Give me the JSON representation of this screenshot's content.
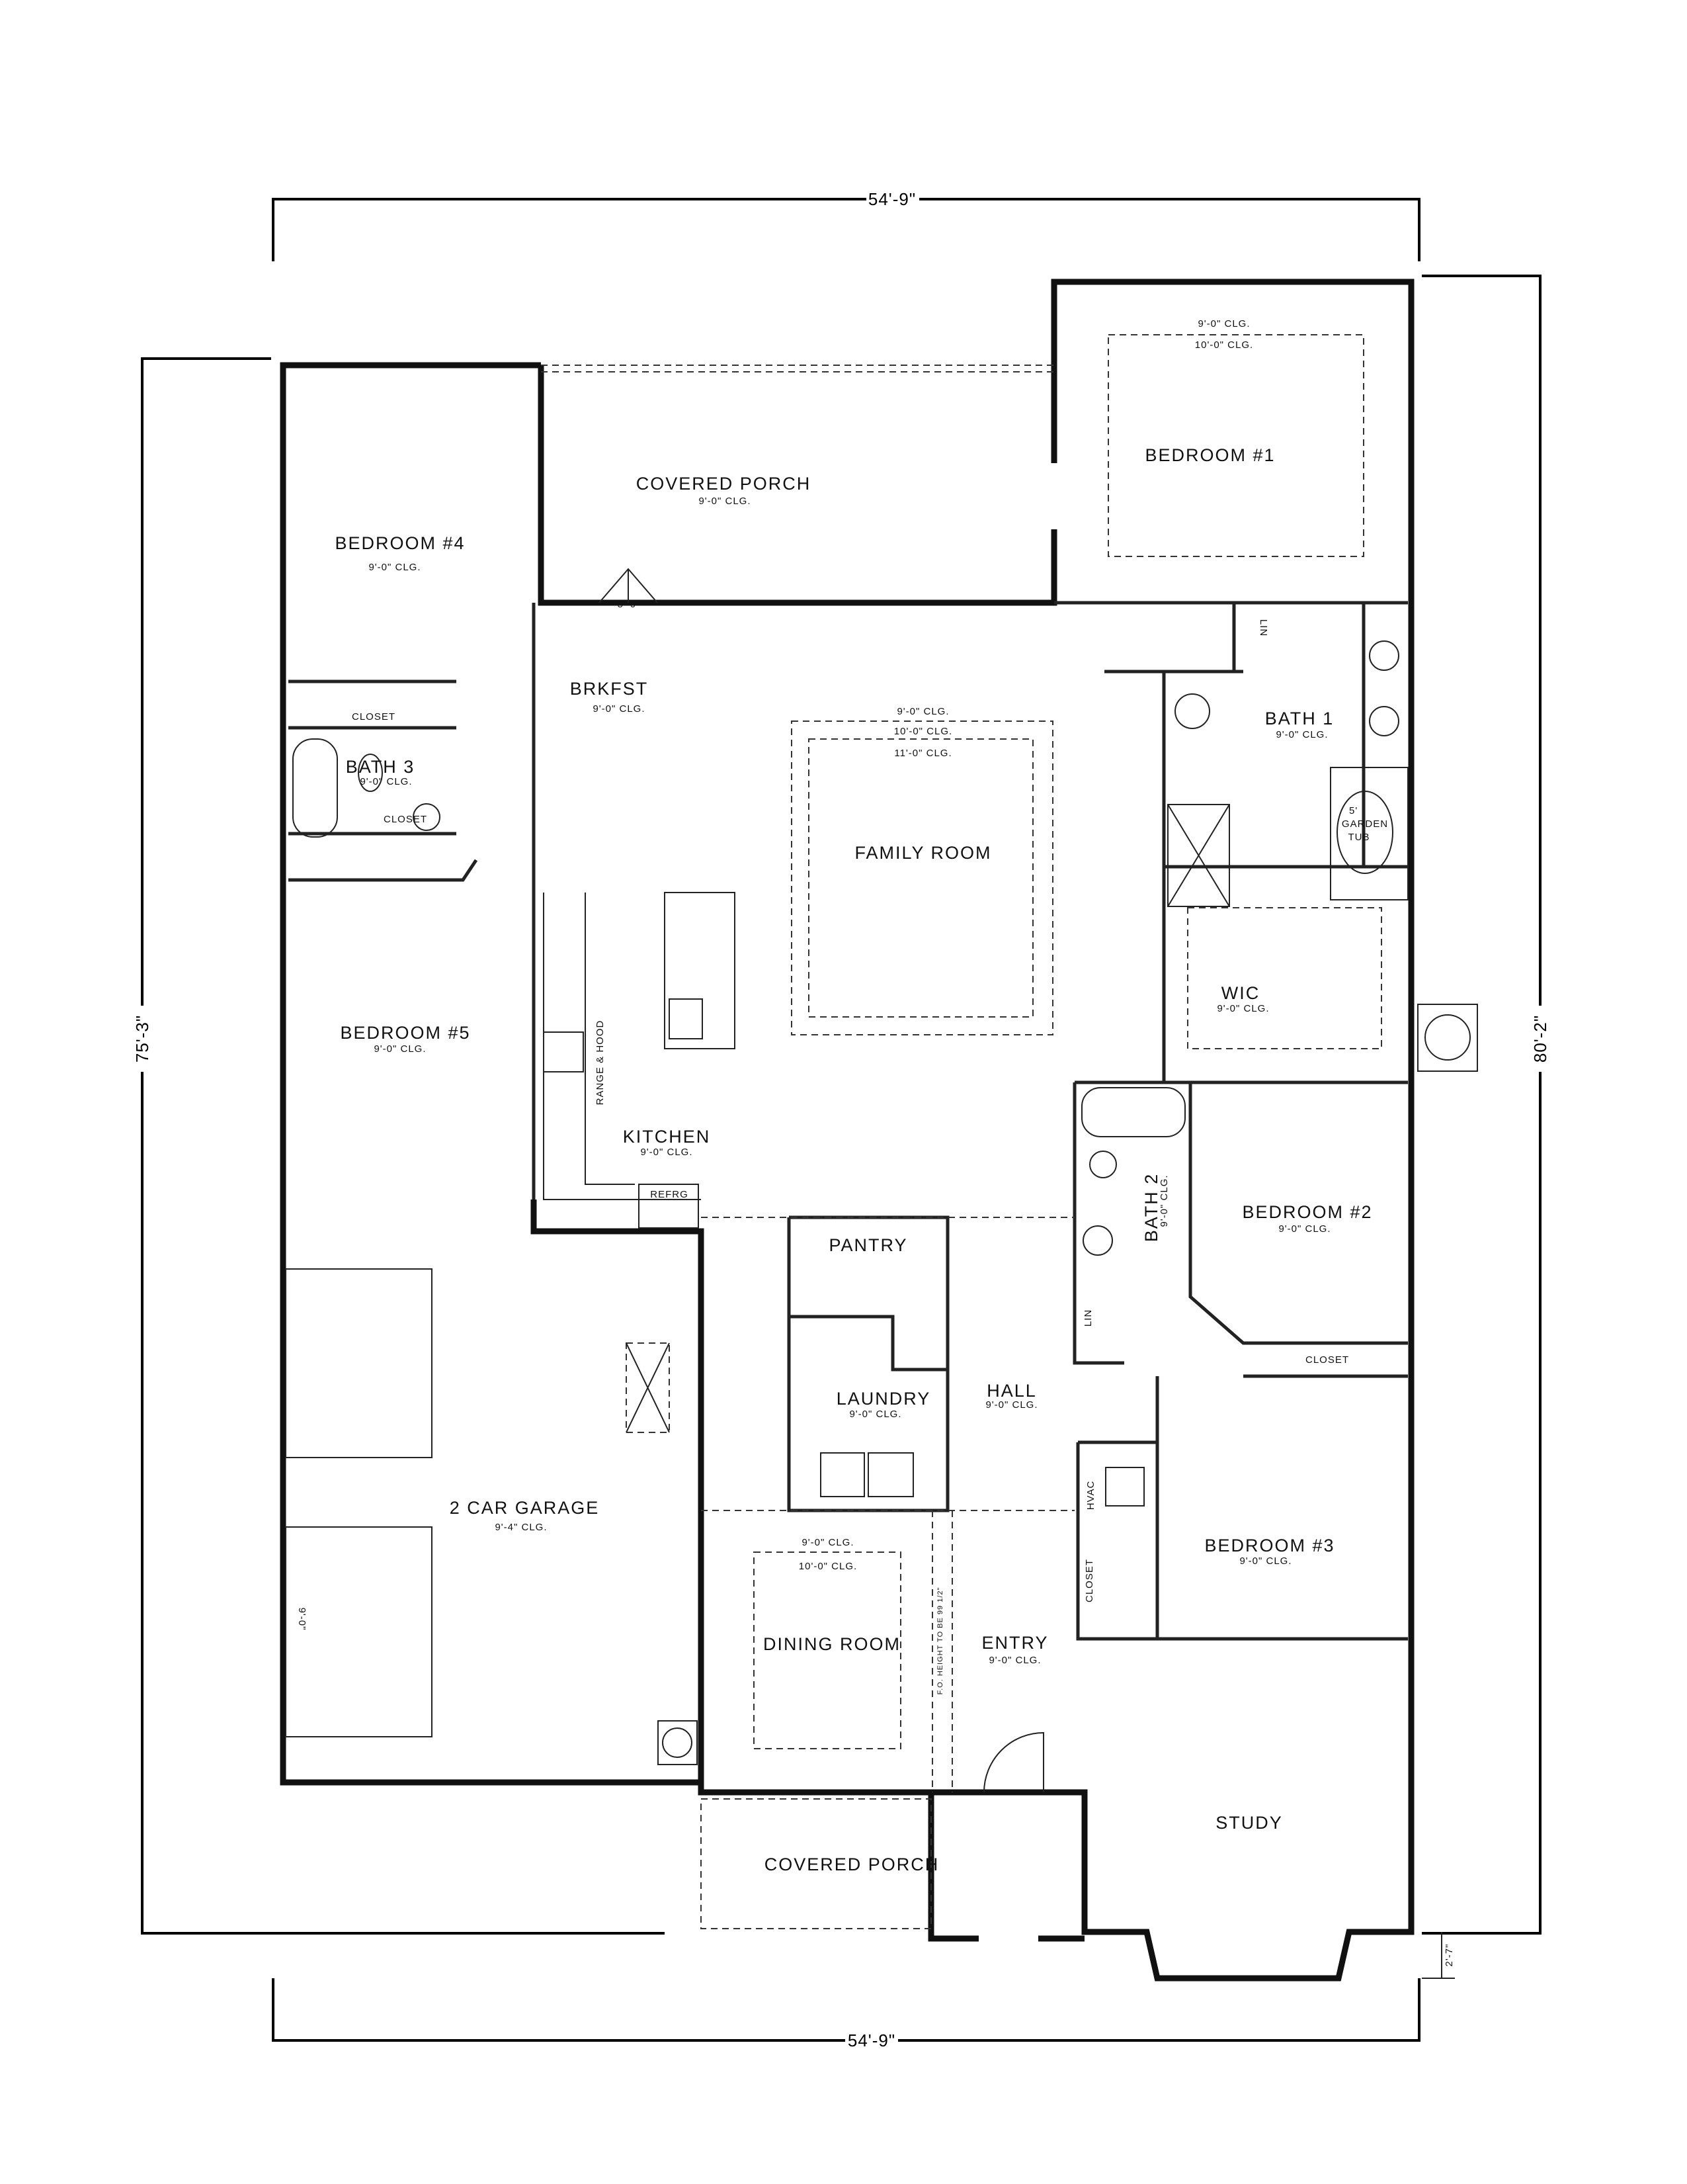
{
  "dimensions": {
    "top": "54'-9\"",
    "bottom": "54'-9\"",
    "left": "75'-3\"",
    "right": "80'-2\"",
    "porch_door": "5'-0\"",
    "garage_door": "9'-0\"",
    "study_offset": "2'-7\""
  },
  "rooms": {
    "covered_porch_rear": {
      "name": "COVERED PORCH",
      "ceiling": "9'-0\" CLG."
    },
    "bedroom_4": {
      "name": "BEDROOM #4",
      "ceiling": "9'-0\" CLG."
    },
    "bedroom_1": {
      "name": "BEDROOM #1",
      "ceiling": "9'-0\" CLG.",
      "ceiling_tray": "10'-0\" CLG."
    },
    "brkfst": {
      "name": "BRKFST",
      "ceiling": "9'-0\" CLG."
    },
    "family_room": {
      "name": "FAMILY ROOM",
      "ceiling": "9'-0\" CLG.",
      "ceiling_tray": "10'-0\" CLG.",
      "ceiling_tray_2": "11'-0\" CLG."
    },
    "bath_3": {
      "name": "BATH 3",
      "ceiling": "9'-0\" CLG."
    },
    "closet_bed4": {
      "name": "CLOSET"
    },
    "closet_bed5": {
      "name": "CLOSET"
    },
    "bath_1": {
      "name": "BATH 1",
      "ceiling": "9'-0\" CLG."
    },
    "wic": {
      "name": "WIC",
      "ceiling": "9'-0\" CLG."
    },
    "bedroom_5": {
      "name": "BEDROOM #5",
      "ceiling": "9'-0\" CLG."
    },
    "kitchen": {
      "name": "KITCHEN",
      "ceiling": "9'-0\" CLG."
    },
    "bath_2": {
      "name": "BATH 2",
      "ceiling": "9'-0\" CLG."
    },
    "bedroom_2": {
      "name": "BEDROOM #2",
      "ceiling": "9'-0\" CLG."
    },
    "closet_bed2": {
      "name": "CLOSET"
    },
    "pantry": {
      "name": "PANTRY"
    },
    "laundry": {
      "name": "LAUNDRY",
      "ceiling": "9'-0\" CLG."
    },
    "hall": {
      "name": "HALL",
      "ceiling": "9'-0\" CLG."
    },
    "garage": {
      "name": "2 CAR GARAGE",
      "ceiling": "9'-4\" CLG."
    },
    "bedroom_3": {
      "name": "BEDROOM #3",
      "ceiling": "9'-0\" CLG."
    },
    "closet_bed3": {
      "name": "CLOSET"
    },
    "dining_room": {
      "name": "DINING ROOM",
      "ceiling": "9'-0\" CLG.",
      "ceiling_tray": "10'-0\" CLG."
    },
    "entry": {
      "name": "ENTRY",
      "ceiling": "9'-0\" CLG."
    },
    "study": {
      "name": "STUDY"
    },
    "covered_porch_front": {
      "name": "COVERED PORCH"
    }
  },
  "fixtures": {
    "lin_bath1": "LIN",
    "lin_bath2": "LIN",
    "hvac": "HVAC",
    "range_hood": "RANGE & HOOD",
    "refrigerator": "REFRG",
    "garden_tub_1": "5'",
    "garden_tub_2": "GARDEN",
    "garden_tub_3": "TUB",
    "fo_height_note": "F.O. HEIGHT TO BE 99 1/2\""
  }
}
